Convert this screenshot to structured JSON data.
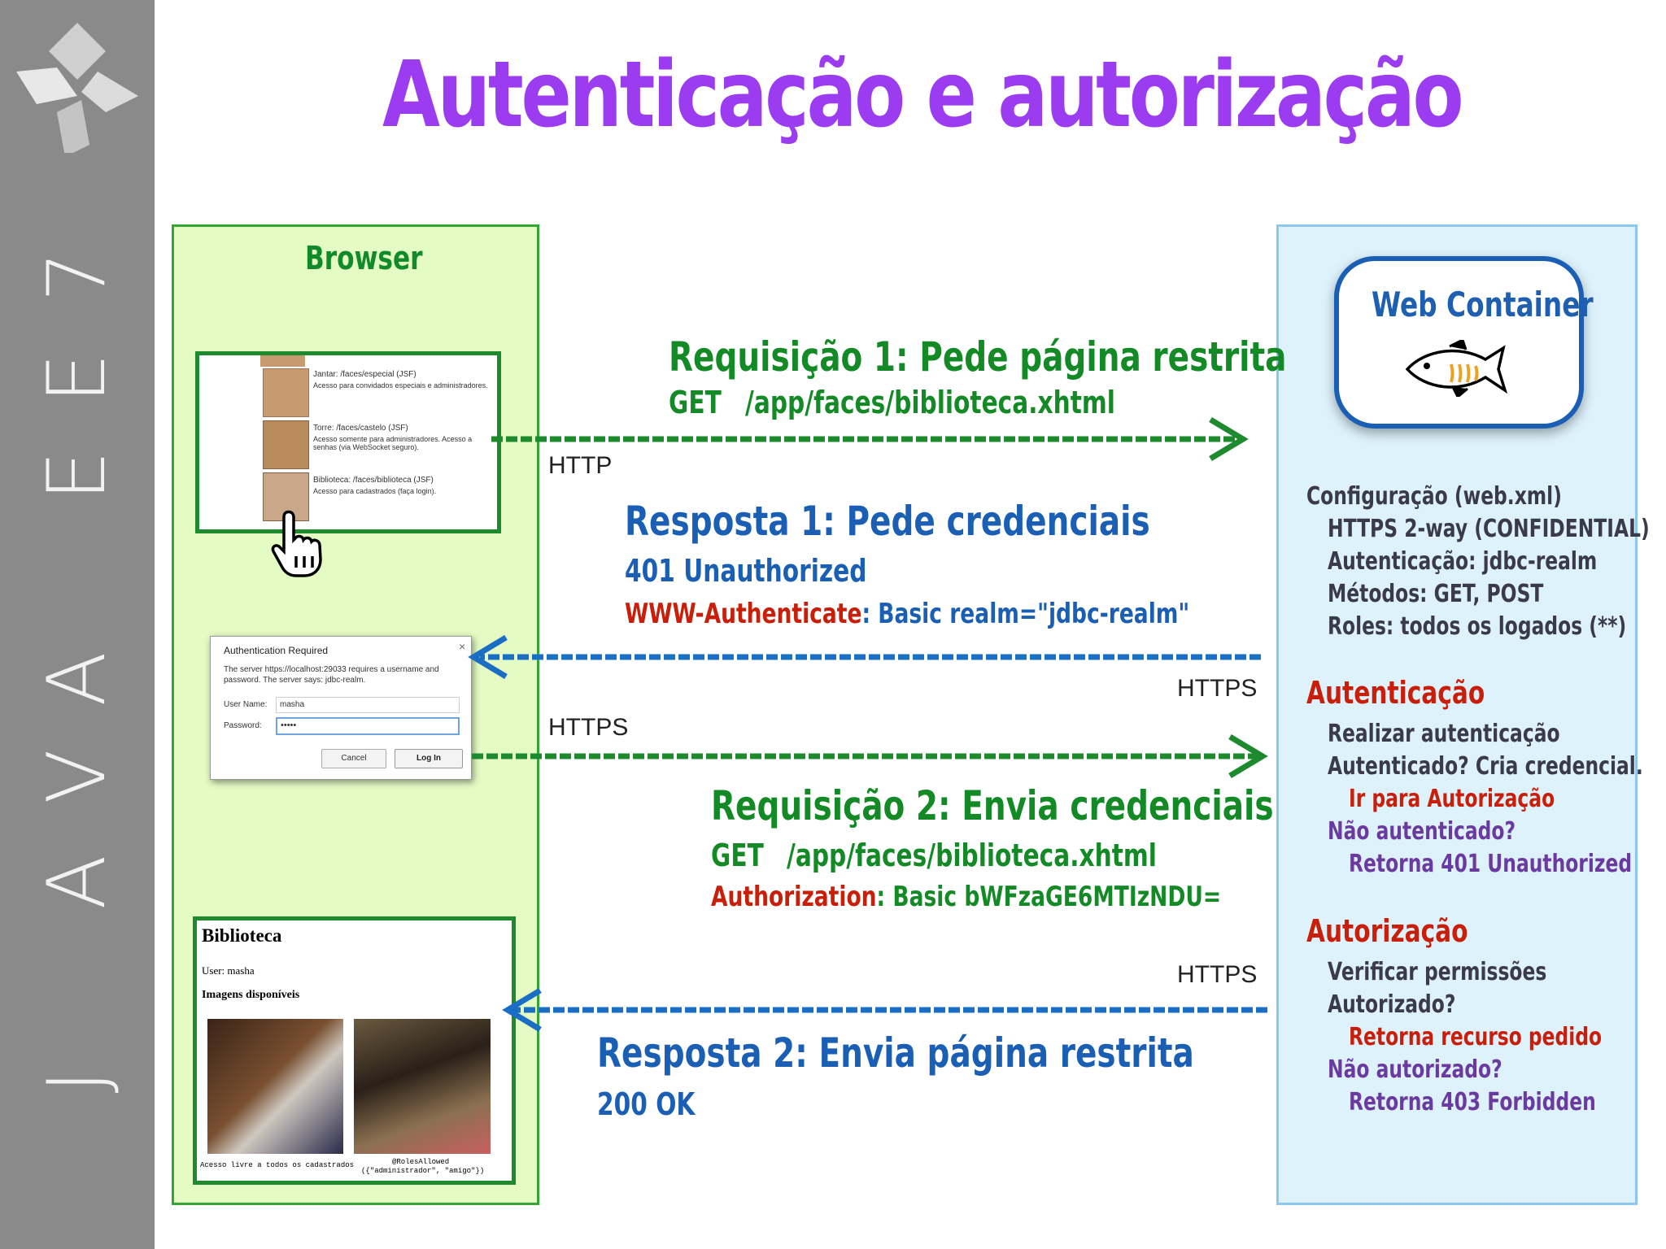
{
  "title": "Autenticação e autorização",
  "sidebar": {
    "letters": [
      "J",
      "A",
      "V",
      "A",
      "E",
      "E",
      "7"
    ]
  },
  "browser": {
    "label": "Browser",
    "screenshot1": {
      "items": [
        {
          "text": "Jantar: /faces/especial (JSF)",
          "desc": "Acesso para convidados especiais e administradores."
        },
        {
          "text": "Torre: /faces/castelo (JSF)",
          "desc": "Acesso somente para administradores. Acesso a senhas (via WebSocket seguro)."
        },
        {
          "text": "Biblioteca: /faces/biblioteca (JSF)",
          "desc": "Acesso para cadastrados (faça login)."
        }
      ]
    },
    "dialog": {
      "title": "Authentication Required",
      "close": "×",
      "message": "The server https://localhost:29033 requires a username and password. The server says: jdbc-realm.",
      "user_label": "User Name:",
      "user_value": "masha",
      "password_label": "Password:",
      "password_value": "•••••",
      "cancel": "Cancel",
      "login": "Log In"
    },
    "screenshot3": {
      "heading": "Biblioteca",
      "user": "User: masha",
      "subheading": "Imagens disponíveis",
      "caption1": "Acesso livre a todos os cadastrados",
      "caption2a": "@RolesAllowed",
      "caption2b": "({\"administrador\", \"amigo\"})"
    }
  },
  "container": {
    "label": "Web Container",
    "config": {
      "heading": "Configuração (web.xml)",
      "lines": [
        "HTTPS 2-way (CONFIDENTIAL)",
        "Autenticação: jdbc-realm",
        "Métodos: GET, POST",
        "Roles: todos os logados (**)"
      ]
    },
    "auth": {
      "heading": "Autenticação",
      "l1": "Realizar autenticação",
      "l2": "Autenticado? Cria credencial.",
      "l3": "Ir para Autorização",
      "l4": "Não autenticado?",
      "l5": "Retorna 401 Unauthorized"
    },
    "authz": {
      "heading": "Autorização",
      "l1": "Verificar permissões",
      "l2": "Autorizado?",
      "l3": "Retorna recurso pedido",
      "l4": "Não autorizado?",
      "l5": "Retorna 403 Forbidden"
    }
  },
  "flows": {
    "req1": {
      "title": "Requisição 1: Pede página restrita",
      "method": "GET",
      "path": "/app/faces/biblioteca.xhtml",
      "protocol": "HTTP"
    },
    "resp1": {
      "title": "Resposta 1: Pede credenciais",
      "status": "401 Unauthorized",
      "header_name": "WWW-Authenticate",
      "header_value": ": Basic realm=\"jdbc-realm\"",
      "protocol": "HTTPS"
    },
    "req2": {
      "title": "Requisição 2: Envia credenciais",
      "method": "GET",
      "path": "/app/faces/biblioteca.xhtml",
      "header_name": "Authorization",
      "header_value": ": Basic bWFzaGE6MTIzNDU=",
      "protocol": "HTTPS"
    },
    "resp2": {
      "title": "Resposta 2: Envia página restrita",
      "status": "200 OK",
      "protocol": "HTTPS"
    }
  },
  "colors": {
    "title": "#9b3cf0",
    "green": "#138a26",
    "blue": "#1b5fb4",
    "red": "#c81e0a",
    "purple": "#6a3aa0"
  }
}
